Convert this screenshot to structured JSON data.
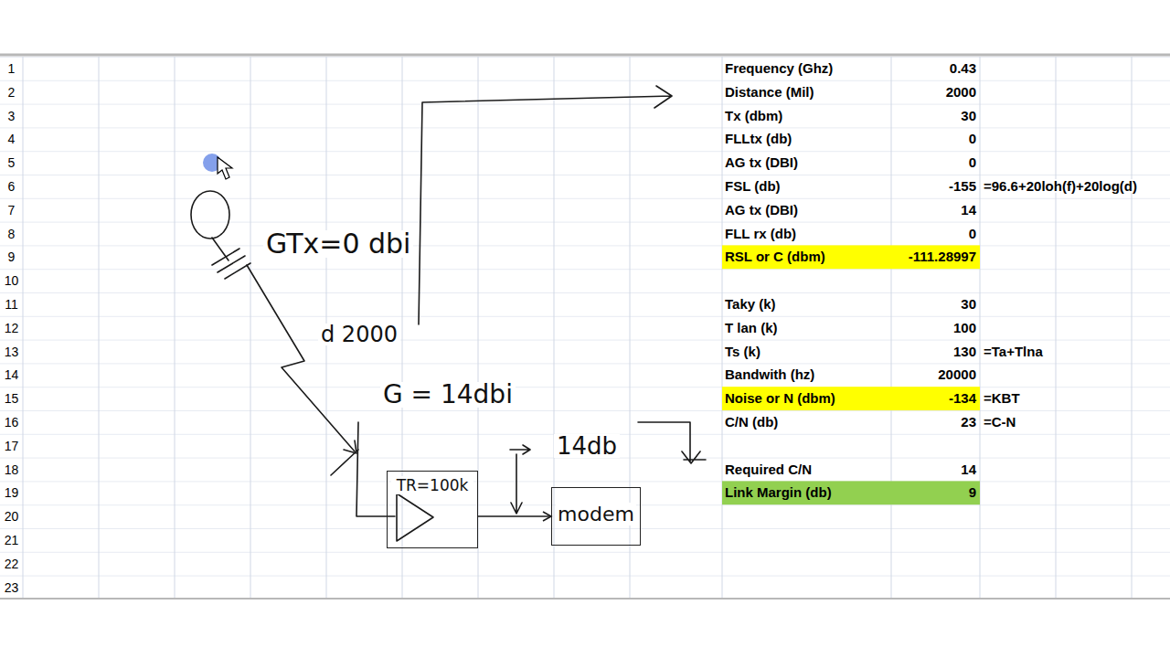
{
  "diagram": {
    "nodes": [
      {
        "text": [
          "TR=100k"
        ]
      },
      {
        "text": [
          "modem"
        ]
      }
    ],
    "edges": [
      {
        "from": 0,
        "to": 1,
        "arrow": "to",
        "label": "14db"
      }
    ],
    "labels": [
      "1",
      "2",
      "3",
      "4",
      "5",
      "6",
      "7",
      "8",
      "9",
      "10",
      "11",
      "12",
      "13",
      "14",
      "15",
      "16",
      "17",
      "18",
      "19",
      "20",
      "21",
      "22",
      "23",
      "Frequency (Ghz)",
      "0.43",
      "Distance (Mil)",
      "2000",
      "Tx (dbm)",
      "30",
      "FLLtx (db)",
      "0",
      "AG tx (DBI)",
      "0",
      "FSL (db)",
      "-155",
      "=96.6+20loh(f)+20log(d)",
      "AG tx (DBI)",
      "14",
      "FLL rx (db)",
      "0",
      "RSL or C (dbm)",
      "-111.28997",
      "Taky (k)",
      "30",
      "T lan (k)",
      "100",
      "Ts (k)",
      "130",
      "=Ta+Tlna",
      "Bandwith (hz)",
      "20000",
      "Noise or N (dbm)",
      "-134",
      "=KBT",
      "C/N (db)",
      "23",
      "=C-N",
      "Required C/N",
      "14",
      "Link Margin (db)",
      "9",
      "GTx=0 dbi",
      "d 2000",
      "G = 14dbi"
    ]
  }
}
